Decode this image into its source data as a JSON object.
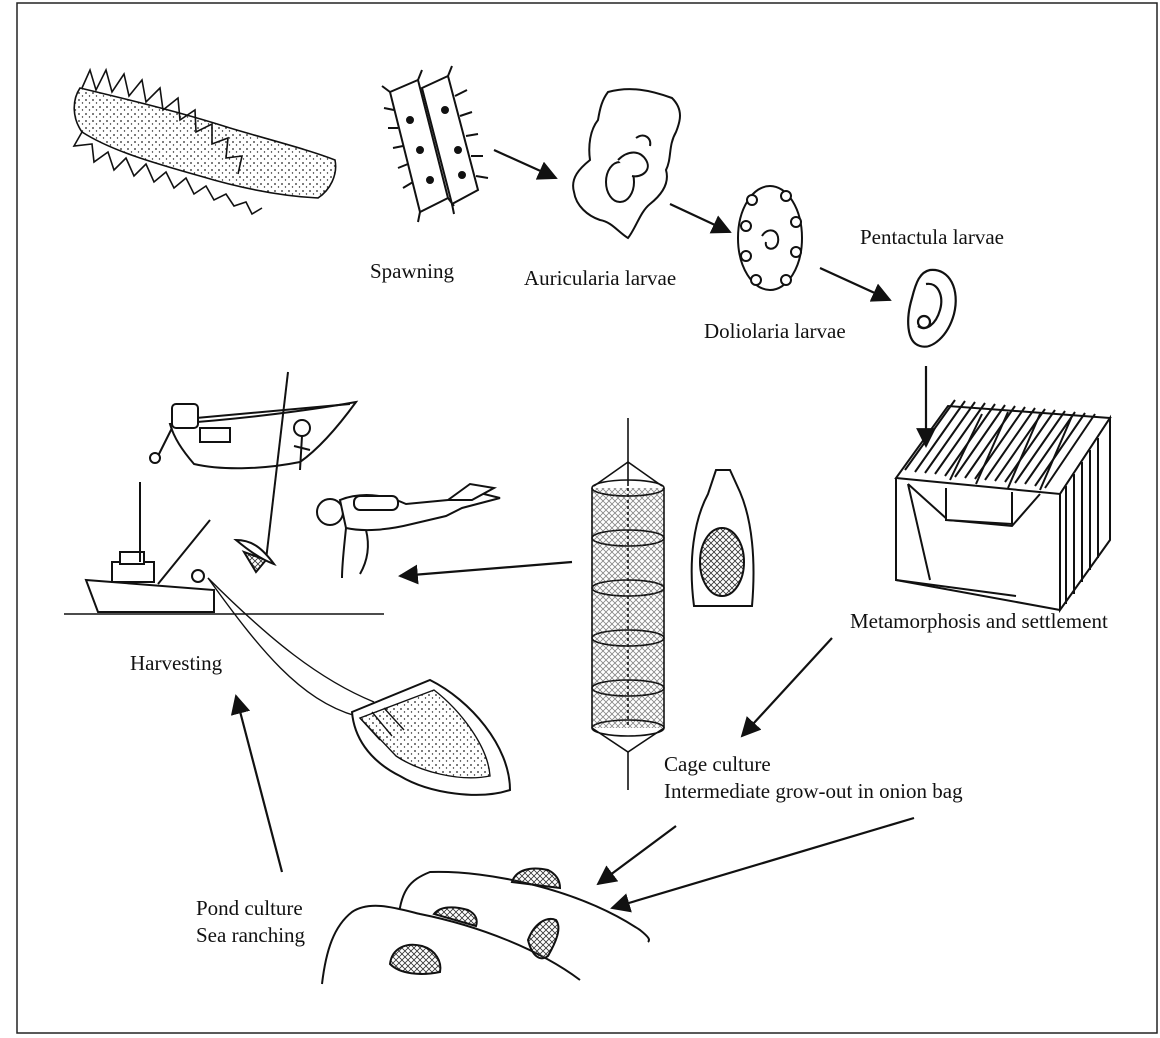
{
  "stages": {
    "spawning": "Spawning",
    "auricularia": "Auricularia larvae",
    "doliolaria": "Doliolaria larvae",
    "pentactula": "Pentactula larvae",
    "metamorphosis": "Metamorphosis and settlement",
    "harvesting": "Harvesting",
    "cage_line1": "Cage culture",
    "cage_line2": "Intermediate grow-out in onion bag",
    "pond_line1": "Pond culture",
    "pond_line2": "Sea ranching"
  },
  "colors": {
    "ink": "#111111",
    "background": "#ffffff"
  }
}
